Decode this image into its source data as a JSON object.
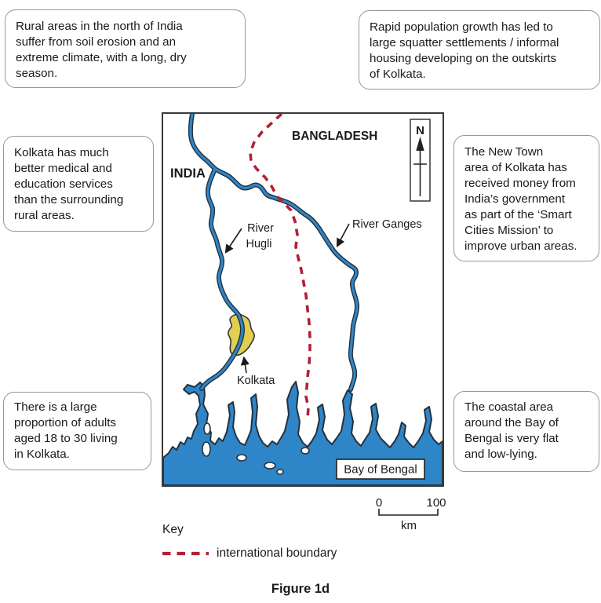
{
  "figure": {
    "caption": "Figure 1d"
  },
  "callouts": {
    "top_left": {
      "lines": [
        "Rural areas in the north of India",
        "suffer from soil erosion and an",
        "extreme climate, with a long, dry",
        "season."
      ]
    },
    "top_right": {
      "lines": [
        "Rapid population growth has led to",
        "large squatter settlements / informal",
        "housing developing on the outskirts",
        "of Kolkata."
      ]
    },
    "mid_left": {
      "lines": [
        "Kolkata has much",
        "better medical and",
        "education services",
        "than the surrounding",
        "rural areas."
      ]
    },
    "mid_right": {
      "lines": [
        "The New Town",
        "area of Kolkata has",
        "received money from",
        "India’s government",
        "as part of the ‘Smart",
        "Cities Mission’ to",
        "improve urban areas."
      ]
    },
    "bottom_left": {
      "lines": [
        "There is a large",
        "proportion of adults",
        "aged 18 to 30 living",
        "in Kolkata."
      ]
    },
    "bottom_right": {
      "lines": [
        "The coastal area",
        "around the Bay of",
        "Bengal is very flat",
        "and low-lying."
      ]
    }
  },
  "map": {
    "labels": {
      "india": "INDIA",
      "bangladesh": "BANGLADESH",
      "river_hugli_line1": "River",
      "river_hugli_line2": "Hugli",
      "river_ganges": "River Ganges",
      "kolkata": "Kolkata",
      "bay_of_bengal": "Bay of Bengal",
      "compass_north": "N"
    },
    "colors": {
      "water": "#2E86C8",
      "water_outline": "#25313D",
      "international_boundary": "#B22036",
      "kolkata_area": "#E2CE52"
    }
  },
  "scale_bar": {
    "start": "0",
    "end": "100",
    "unit": "km"
  },
  "key": {
    "title": "Key",
    "items": [
      {
        "symbol": "dashed-red-line",
        "label": "international boundary"
      }
    ]
  }
}
